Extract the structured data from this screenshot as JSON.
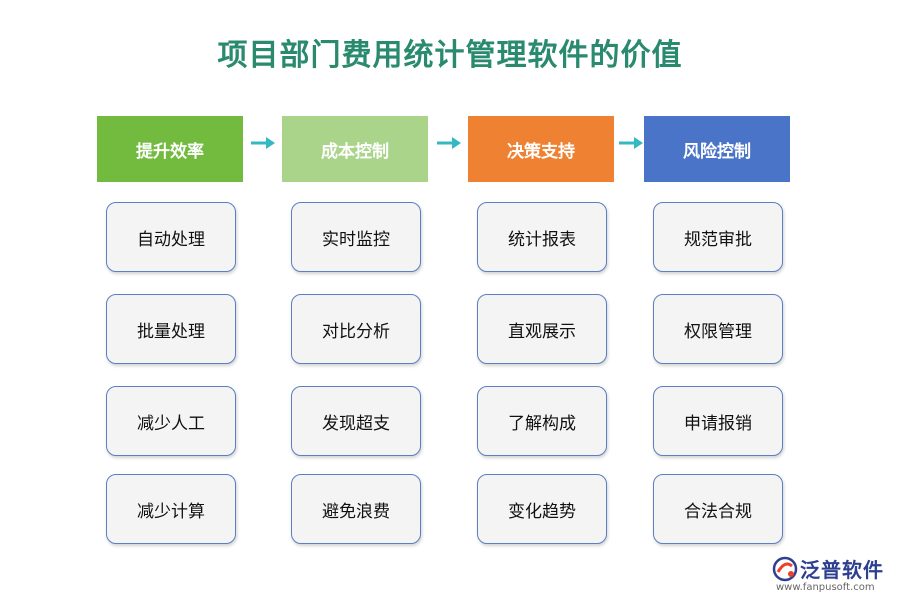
{
  "title": "项目部门费用统计管理软件的价值",
  "columns": [
    {
      "header": "提升效率",
      "color": "#72bb3e",
      "items": [
        "自动处理",
        "批量处理",
        "减少人工",
        "减少计算"
      ]
    },
    {
      "header": "成本控制",
      "color": "#a9d48a",
      "items": [
        "实时监控",
        "对比分析",
        "发现超支",
        "避免浪费"
      ]
    },
    {
      "header": "决策支持",
      "color": "#ef8232",
      "items": [
        "统计报表",
        "直观展示",
        "了解构成",
        "变化趋势"
      ]
    },
    {
      "header": "风险控制",
      "color": "#4a74c8",
      "items": [
        "规范审批",
        "权限管理",
        "申请报销",
        "合法合规"
      ]
    }
  ],
  "arrow_color": "#35b8c4",
  "logo": {
    "name": "泛普软件",
    "url": "www.fanpusoft.com"
  }
}
